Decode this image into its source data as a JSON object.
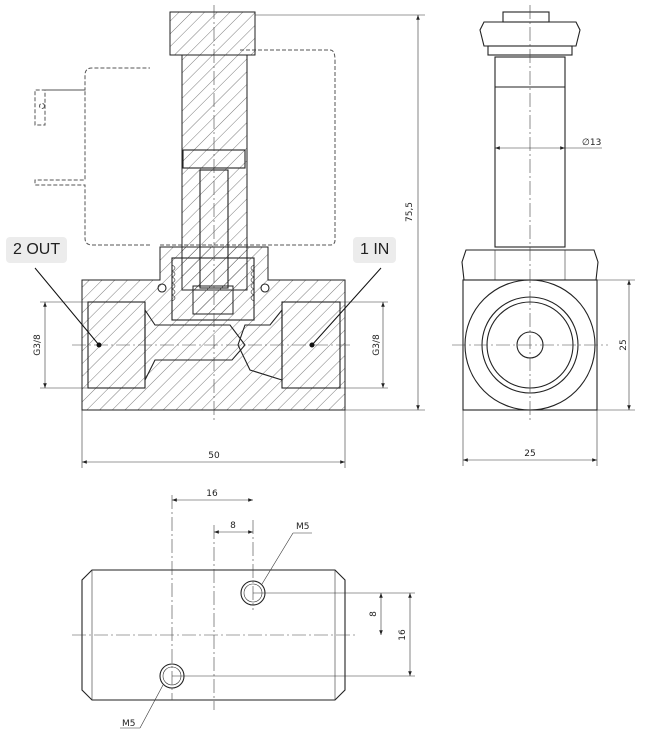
{
  "labels": {
    "outlet": "2 OUT",
    "inlet": "1 IN"
  },
  "front_view": {
    "height_dim": "75,5",
    "width_dim": "50",
    "port_left": "G3/8",
    "port_right": "G3/8"
  },
  "side_view": {
    "tube_diameter": "∅13",
    "height_dim": "25",
    "width_dim": "25"
  },
  "bottom_view": {
    "hole_spacing_x": "16",
    "hole_offset_x": "8",
    "hole_offset_y": "8",
    "hole_spacing_y": "16",
    "thread_top": "M5",
    "thread_bottom": "M5"
  }
}
